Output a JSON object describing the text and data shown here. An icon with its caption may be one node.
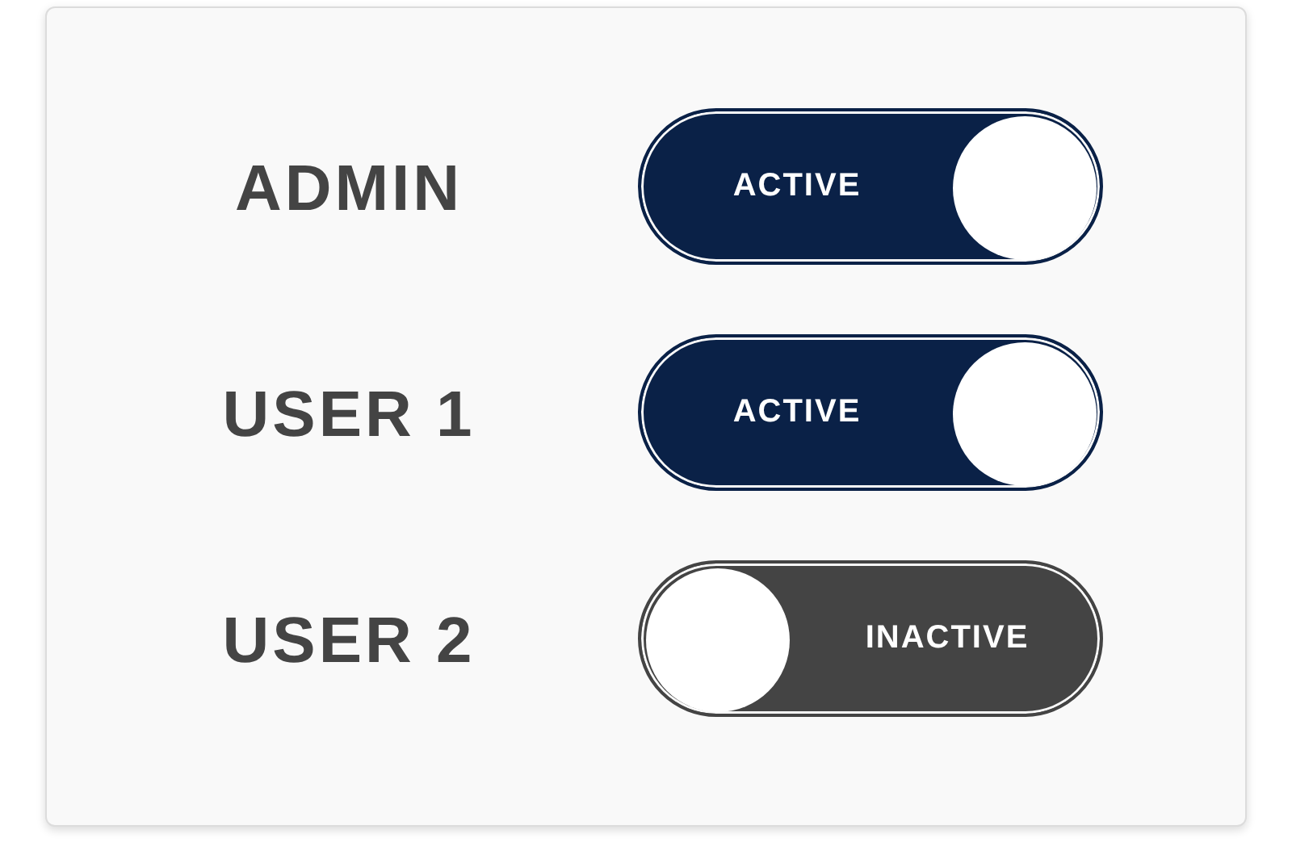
{
  "diagram": {
    "nodes": [
      {
        "text": [
          "ACTIVE"
        ],
        "beside": [
          "ADMIN"
        ]
      },
      {
        "text": [
          "ACTIVE"
        ],
        "beside": [
          "USER 1"
        ]
      },
      {
        "text": [
          "INACTIVE"
        ],
        "beside": [
          "USER 2"
        ]
      }
    ]
  }
}
